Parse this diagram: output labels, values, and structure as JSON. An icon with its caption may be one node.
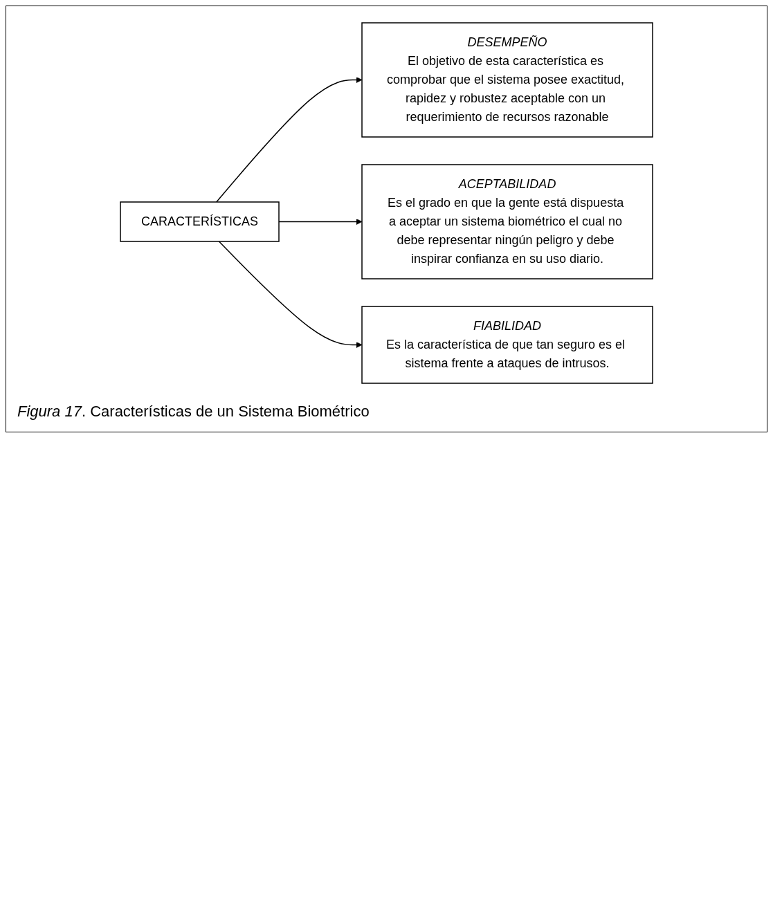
{
  "diagram": {
    "caption": "*Figura 17*. Características de un Sistema Biométrico",
    "nodes": [
      {
        "text": [
          "DESEMPEÑO",
          "El objetivo de esta característica es comprobar que el sistema posee exactitud, rapidez y robustez aceptable con un requerimiento de recursos razonable"
        ]
      },
      {
        "text": [
          "ACEPTABILIDAD",
          "Es el grado en que la gente está dispuesta a aceptar un sistema biométrico el cual no debe representar ningún peligro y debe inspirar confianza en su uso diario."
        ]
      },
      {
        "text": [
          "CARACTERÍSTICAS"
        ]
      },
      {
        "text": [
          "FIABILIDAD",
          "Es la característica de que tan seguro es el sistema frente a ataques de intrusos."
        ]
      }
    ],
    "edges": [
      {
        "from": 2,
        "to": 0,
        "arrow": "to"
      },
      {
        "from": 2,
        "to": 1,
        "arrow": "to"
      },
      {
        "from": 2,
        "to": 3,
        "arrow": "to"
      }
    ]
  }
}
